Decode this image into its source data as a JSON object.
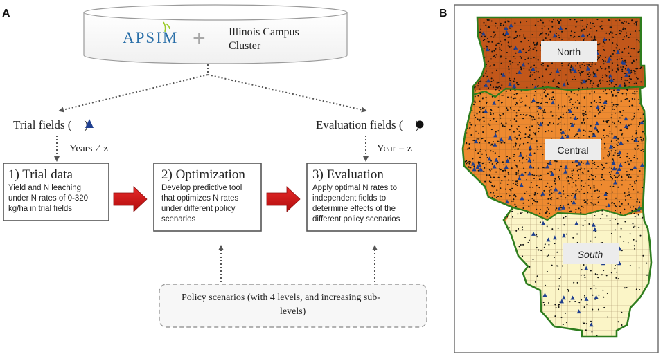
{
  "panel_a": {
    "label": "A",
    "header": {
      "logo_text": "APSIM",
      "plus": "+",
      "cluster_line1": "Illinois Campus",
      "cluster_line2": "Cluster"
    },
    "trial_fields": {
      "label": "Trial fields (",
      "close": ")"
    },
    "evaluation_fields": {
      "label": "Evaluation fields (",
      "close": ")"
    },
    "years_label": "Years ≠ z",
    "year_label": "Year = z",
    "boxes": [
      {
        "title": "1) Trial data",
        "lines": [
          "Yield and N leaching",
          "under N rates of 0-320",
          "kg/ha in trial fields"
        ]
      },
      {
        "title": "2) Optimization",
        "lines": [
          "Develop predictive tool",
          "that optimizes N rates",
          "under different policy",
          "scenarios"
        ]
      },
      {
        "title": "3) Evaluation",
        "lines": [
          "Apply optimal N rates to",
          "independent fields to",
          "determine effects of the",
          "different policy scenarios"
        ]
      }
    ],
    "policy": {
      "line1": "Policy scenarios (with 4 levels, and increasing sub-",
      "line2": "levels)"
    }
  },
  "panel_b": {
    "label": "B",
    "regions": [
      {
        "name": "North",
        "color": "#c2571a"
      },
      {
        "name": "Central",
        "color": "#ee8a30"
      },
      {
        "name": "South",
        "color": "#fbf5c7"
      }
    ],
    "border_color": "#2e7d1e"
  },
  "colors": {
    "arrow_red": "#d01818",
    "triangle_blue": "#1f3f8f",
    "box_border": "#555555"
  }
}
